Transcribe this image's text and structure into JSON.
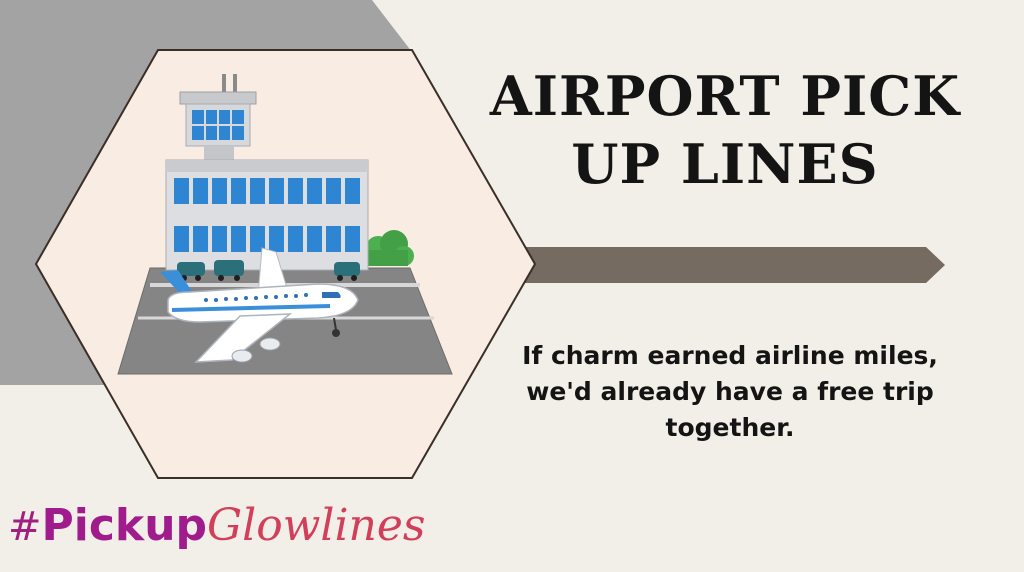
{
  "title": "AIRPORT PICK UP LINES",
  "tagline": "If charm earned airline miles, we'd already have a free trip together.",
  "brand": {
    "hash": "#",
    "word_part1": "Pickup",
    "word_part2": "Glowlines"
  },
  "colors": {
    "background": "#f2efe8",
    "gray_block": "#a3a3a3",
    "hexagon_fill": "#f9ede3",
    "arrow": "#766b61",
    "text": "#141414",
    "brand_pink": "#b0208a",
    "brand_red": "#d23f5a"
  },
  "illustration": {
    "subject": "airport-scene",
    "elements": [
      "control-tower",
      "terminal-building",
      "airplane",
      "runway",
      "bush",
      "vehicles"
    ]
  }
}
